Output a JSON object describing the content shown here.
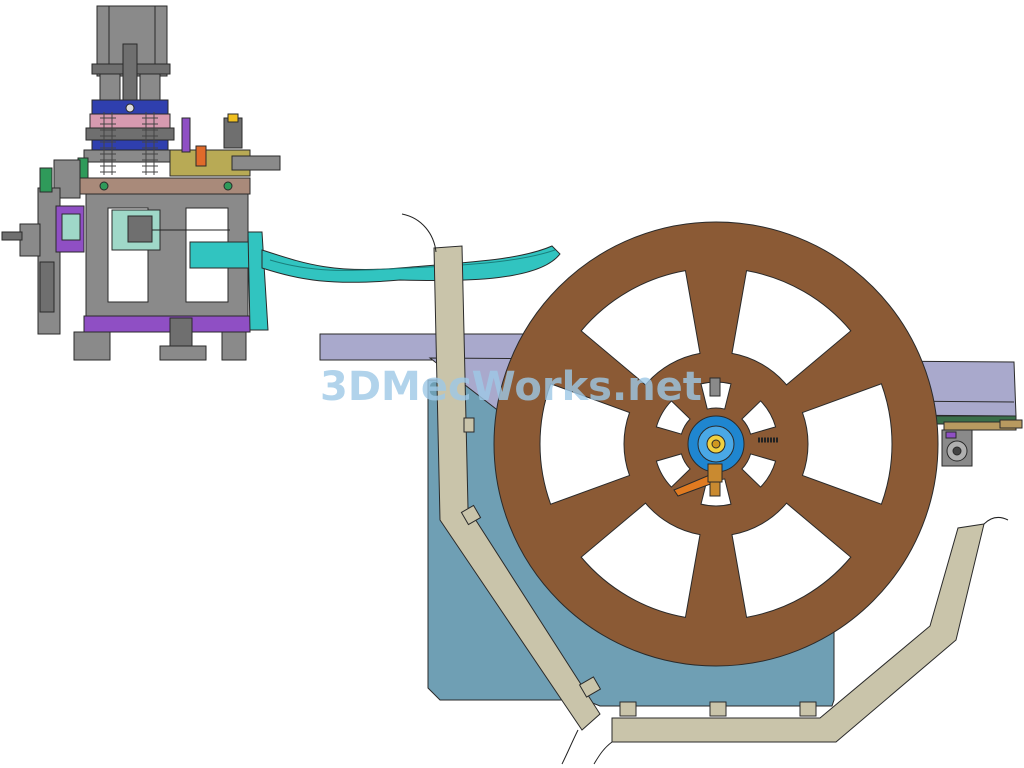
{
  "watermark": {
    "text": "3DMecWorks.net",
    "color": "#9ec8e6"
  },
  "colors": {
    "background": "#ffffff",
    "outline": "#2a2a2a",
    "press_steel": "#8a8a8a",
    "press_dark": "#6f6f6f",
    "press_blue": "#2f3fae",
    "press_pink": "#d79ab0",
    "press_purple": "#8f4fc4",
    "press_olive": "#b8aa55",
    "press_brown": "#a98a7a",
    "press_green": "#2f9a5a",
    "press_light_green": "#9fd8c8",
    "press_orange": "#e06a2a",
    "press_yellow": "#f0c020",
    "hose_cyan": "#31c4c0",
    "guide_tan": "#c9c4aa",
    "cabinet_blue": "#6f9fb4",
    "rail_lavender": "#a9a9cc",
    "reel_brown": "#8b5a35",
    "hub_blue": "#1f86d0",
    "hub_yellow": "#f0d040",
    "handle_orange": "#e07a20",
    "wire_black": "#222222"
  },
  "diagram": {
    "parts": [
      "press-machine",
      "air-cylinder",
      "die-set",
      "feed-hose",
      "entry-wire-guide",
      "exit-wire-guide",
      "support-cabinet",
      "top-rail",
      "reel-spool",
      "reel-hub",
      "lock-handle",
      "tension-roller"
    ]
  }
}
